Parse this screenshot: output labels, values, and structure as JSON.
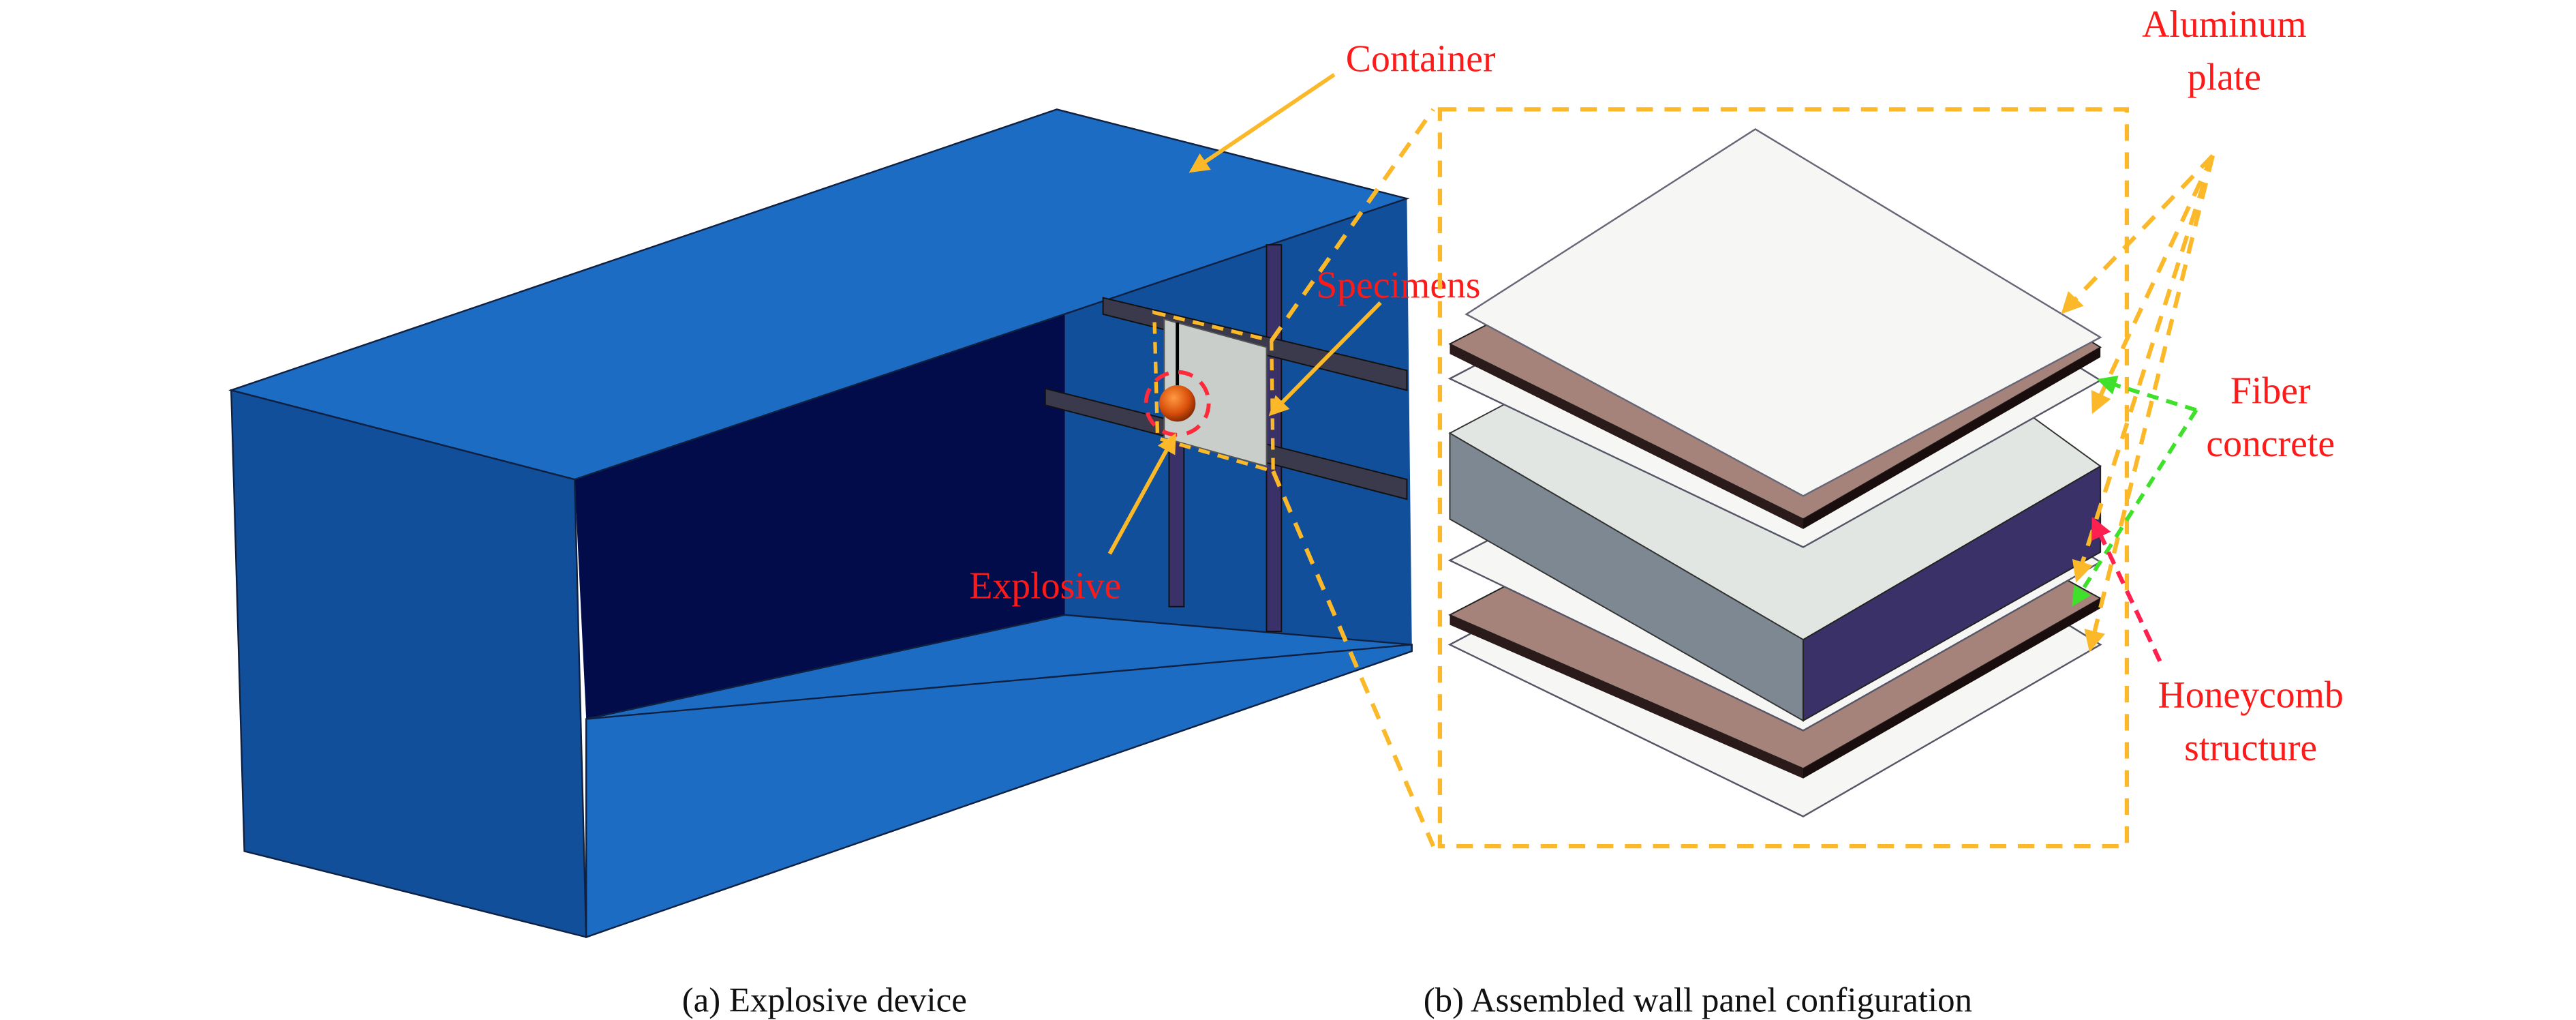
{
  "figure": {
    "panel_a": {
      "caption": "(a) Explosive device",
      "labels": {
        "container": "Container",
        "specimens": "Specimens",
        "explosive": "Explosive"
      }
    },
    "panel_b": {
      "caption": "(b) Assembled wall panel configuration",
      "labels": {
        "aluminum_line1": "Aluminum",
        "aluminum_line2": "plate",
        "fiber_line1": "Fiber",
        "fiber_line2": "concrete",
        "honeycomb_line1": "Honeycomb",
        "honeycomb_line2": "structure"
      },
      "layers_top_to_bottom": [
        "Aluminum plate",
        "Fiber concrete",
        "Aluminum plate",
        "Honeycomb structure",
        "Aluminum plate",
        "Fiber concrete",
        "Aluminum plate"
      ]
    },
    "colors": {
      "container_blue": "#1c6cc4",
      "container_dark": "#124f9a",
      "interior_navy": "#020c4a",
      "label_red": "#ff1a1a",
      "callout_orange": "#fbb829",
      "callout_green": "#3ee02a",
      "callout_pink": "#ff2050",
      "fiber_concrete": "#a6837a",
      "honeycomb_side": "#3a3168",
      "aluminum": "#f6f6f4"
    }
  }
}
